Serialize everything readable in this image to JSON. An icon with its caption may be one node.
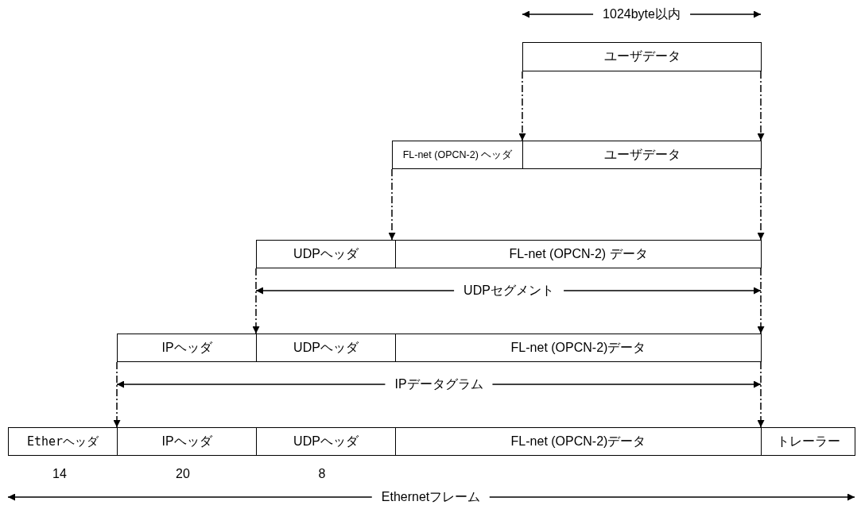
{
  "diagram": {
    "nodes": [
      {
        "text": [
          "ユーザデータ"
        ]
      },
      {
        "text": [
          "FL-net (OPCN-2) ヘッダ"
        ]
      },
      {
        "text": [
          "ユーザデータ"
        ]
      },
      {
        "text": [
          "UDPヘッダ"
        ]
      },
      {
        "text": [
          "FL-net (OPCN-2) データ"
        ]
      },
      {
        "text": [
          "IPヘッダ"
        ]
      },
      {
        "text": [
          "UDPヘッダ"
        ]
      },
      {
        "text": [
          "FL-net (OPCN-2)データ"
        ]
      },
      {
        "text": [
          "Etherヘッダ"
        ]
      },
      {
        "text": [
          "IPヘッダ"
        ]
      },
      {
        "text": [
          "UDPヘッダ"
        ]
      },
      {
        "text": [
          "FL-net (OPCN-2)データ"
        ]
      },
      {
        "text": [
          "トレーラー"
        ]
      }
    ],
    "edges": [
      {
        "from": 0,
        "to": 2,
        "arrow": "to",
        "style": "dashed"
      },
      {
        "from": 0,
        "to": 2,
        "arrow": "to",
        "style": "dashed"
      },
      {
        "from": 1,
        "to": 4,
        "arrow": "to",
        "style": "dashed"
      },
      {
        "from": 2,
        "to": 4,
        "arrow": "to",
        "style": "dashed"
      },
      {
        "from": 3,
        "to": 6,
        "arrow": "to",
        "style": "dashed"
      },
      {
        "from": 4,
        "to": 7,
        "arrow": "to",
        "style": "dashed"
      },
      {
        "from": 5,
        "to": 9,
        "arrow": "to",
        "style": "dashed"
      },
      {
        "from": 7,
        "to": 11,
        "arrow": "to",
        "style": "dashed"
      }
    ],
    "labels": [
      "1024byte以内",
      "UDPセグメント",
      "IPデータグラム",
      "14",
      "20",
      "8",
      "Ethernetフレーム"
    ]
  }
}
